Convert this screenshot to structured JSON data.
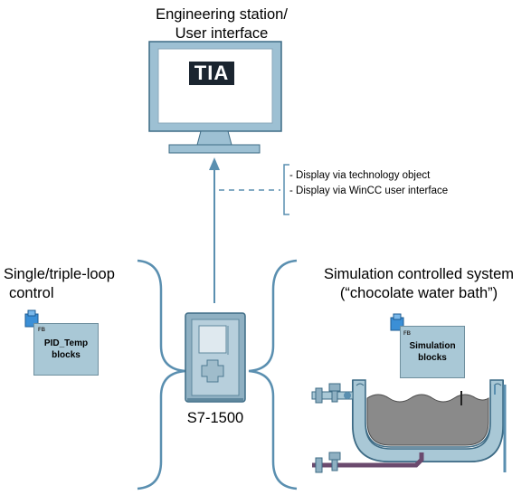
{
  "station": {
    "title_line1": "Engineering station/",
    "title_line2": "User interface",
    "screen_logo": "TIA"
  },
  "display_notes": [
    "- Display via technology object",
    "- Display via WinCC user interface"
  ],
  "left_group": {
    "title_line1": "Single/triple-loop",
    "title_line2": "control",
    "block_line1": "PID_Temp",
    "block_line2": "blocks",
    "fb_badge": "FB"
  },
  "right_group": {
    "title_line1": "Simulation controlled system",
    "title_line2": "(“chocolate water bath”)",
    "block_line1": "Simulation",
    "block_line2": "blocks",
    "fb_badge": "FB"
  },
  "plc": {
    "label": "S7-1500"
  },
  "colors": {
    "accent_blue": "#5a8fb0",
    "block_fill": "#a9c8d6",
    "plc_body": "#8fb0c2",
    "bath_fill": "#8a8a8a"
  }
}
